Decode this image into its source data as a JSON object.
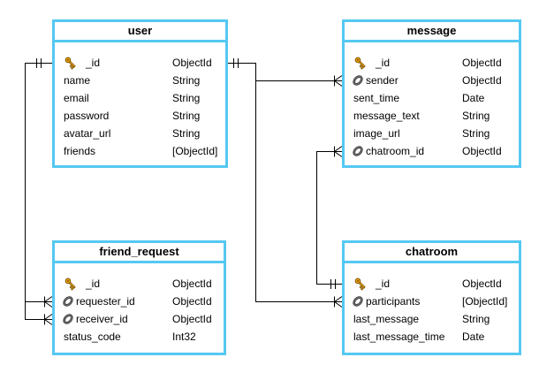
{
  "diagram": {
    "accent_color": "#55c8f2",
    "line_color": "#000000",
    "key_icon_color": "#f5a814",
    "link_icon_color": "#3d3d3d",
    "tables": [
      {
        "id": "user",
        "title": "user",
        "fields": [
          {
            "name": "_id",
            "type": "ObjectId",
            "icon": "key"
          },
          {
            "name": "name",
            "type": "String",
            "icon": null
          },
          {
            "name": "email",
            "type": "String",
            "icon": null
          },
          {
            "name": "password",
            "type": "String",
            "icon": null
          },
          {
            "name": "avatar_url",
            "type": "String",
            "icon": null
          },
          {
            "name": "friends",
            "type": "[ObjectId]",
            "icon": null
          }
        ]
      },
      {
        "id": "message",
        "title": "message",
        "fields": [
          {
            "name": "_id",
            "type": "ObjectId",
            "icon": "key"
          },
          {
            "name": "sender",
            "type": "ObjectId",
            "icon": "link"
          },
          {
            "name": "sent_time",
            "type": "Date",
            "icon": null
          },
          {
            "name": "message_text",
            "type": "String",
            "icon": null
          },
          {
            "name": "image_url",
            "type": "String",
            "icon": null
          },
          {
            "name": "chatroom_id",
            "type": "ObjectId",
            "icon": "link"
          }
        ]
      },
      {
        "id": "friend_request",
        "title": "friend_request",
        "fields": [
          {
            "name": "_id",
            "type": "ObjectId",
            "icon": "key"
          },
          {
            "name": "requester_id",
            "type": "ObjectId",
            "icon": "link"
          },
          {
            "name": "receiver_id",
            "type": "ObjectId",
            "icon": "link"
          },
          {
            "name": "status_code",
            "type": "Int32",
            "icon": null
          }
        ]
      },
      {
        "id": "chatroom",
        "title": "chatroom",
        "fields": [
          {
            "name": "_id",
            "type": "ObjectId",
            "icon": "key"
          },
          {
            "name": "participants",
            "type": "[ObjectId]",
            "icon": "link"
          },
          {
            "name": "last_message",
            "type": "String",
            "icon": null
          },
          {
            "name": "last_message_time",
            "type": "Date",
            "icon": null
          }
        ]
      }
    ],
    "relationships": [
      {
        "from": "user._id",
        "to": "message.sender",
        "from_cardinality": "one",
        "to_cardinality": "many"
      },
      {
        "from": "user._id",
        "to": "chatroom.participants",
        "from_cardinality": "one",
        "to_cardinality": "many"
      },
      {
        "from": "chatroom._id",
        "to": "message.chatroom_id",
        "from_cardinality": "one",
        "to_cardinality": "many"
      },
      {
        "from": "user._id",
        "to": "friend_request.requester_id",
        "from_cardinality": "one",
        "to_cardinality": "many"
      },
      {
        "from": "user._id",
        "to": "friend_request.receiver_id",
        "from_cardinality": "one",
        "to_cardinality": "many"
      }
    ]
  }
}
